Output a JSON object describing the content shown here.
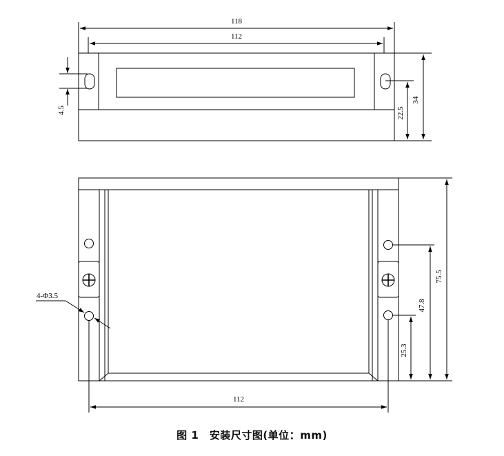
{
  "front_view": {
    "width_outer": "118",
    "width_inner": "112",
    "slot_width": "4.5",
    "hole_height": "22.5",
    "height": "34"
  },
  "top_view": {
    "hole_callout": "4-Φ3.5",
    "hole_spacing_x": "112",
    "hole_y_low": "25.3",
    "hole_y_high": "47.8",
    "depth": "75.5"
  },
  "caption": "图 1　安装尺寸图(单位：mm)",
  "colors": {
    "line": "#000000",
    "background": "#ffffff"
  }
}
